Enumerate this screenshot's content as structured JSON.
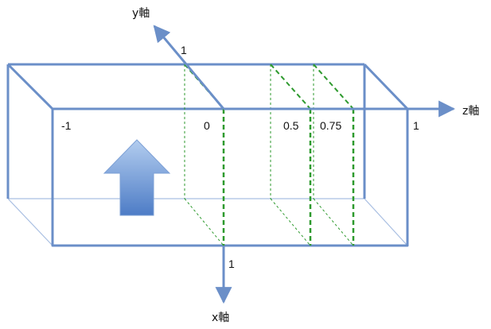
{
  "axes": {
    "y_title": "y軸",
    "z_title": "z軸",
    "x_title": "x軸"
  },
  "labels": {
    "y_one": "1",
    "x_one": "1",
    "z_minus_one": "-1",
    "z_zero": "0",
    "z_half": "0.5",
    "z_three_quarters": "0.75",
    "z_one": "1"
  },
  "colors": {
    "box_edge": "#6b8fc8",
    "axis": "#6b8fc8",
    "box_back_edge": "#9cb4dc",
    "section_dashed": "#2e9a2e",
    "arrow_fill_top": "#a9c6ec",
    "arrow_fill_bottom": "#4f7fc8"
  },
  "icons": {
    "flow_arrow": "up-arrow"
  }
}
